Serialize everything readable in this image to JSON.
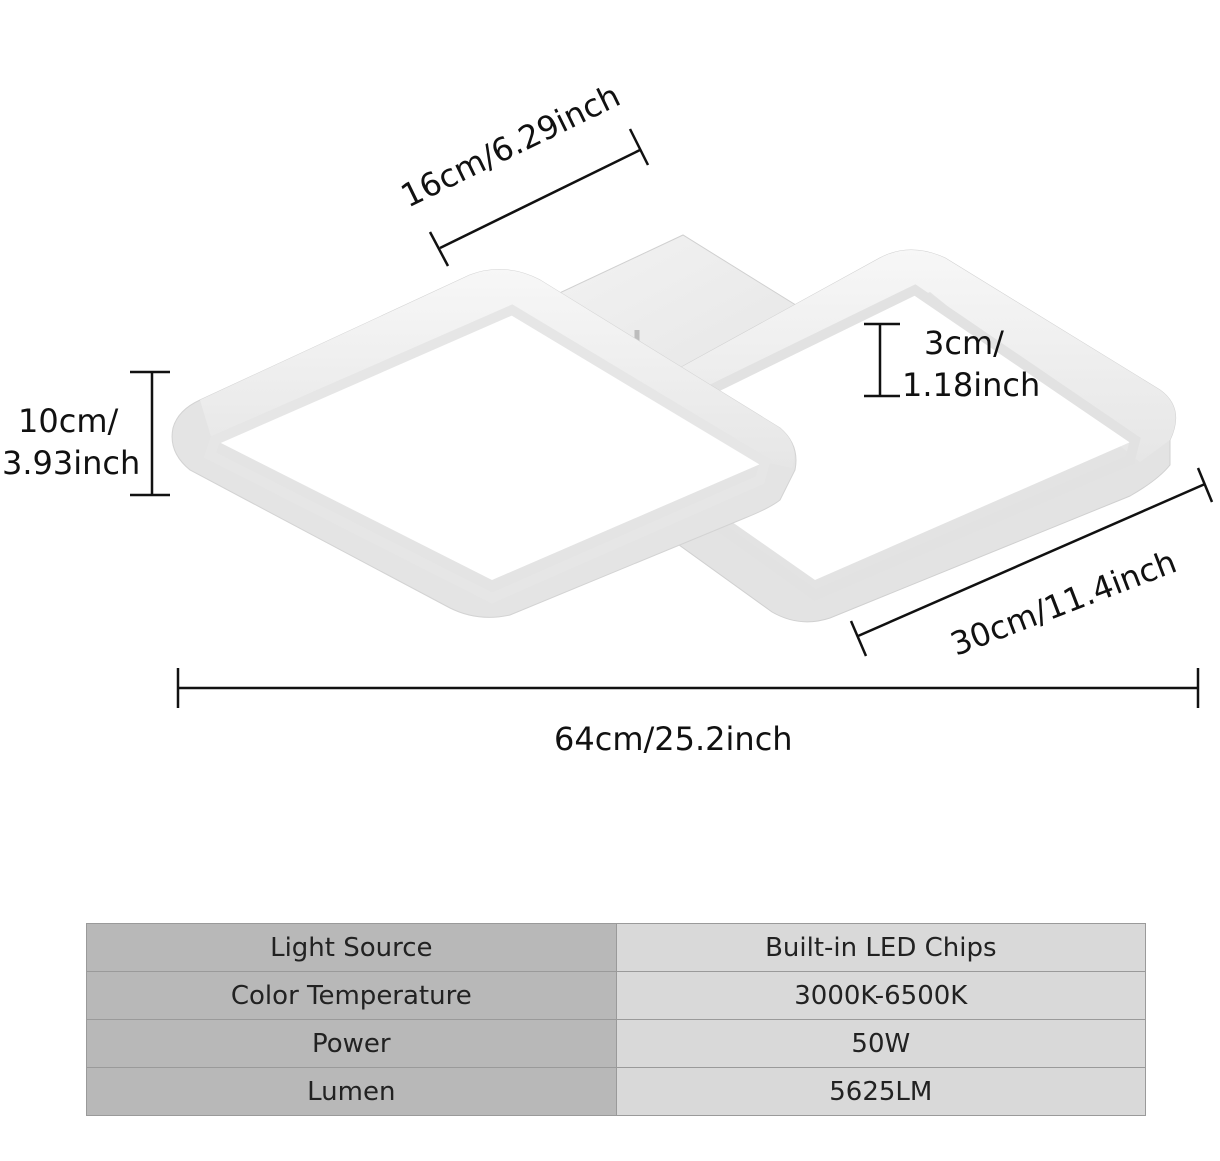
{
  "dimensions": {
    "depth": "16cm/6.29inch",
    "height_line1": "10cm/",
    "height_line2": "3.93inch",
    "base_height_line1": "3cm/",
    "base_height_line2": "1.18inch",
    "ring_width": "30cm/11.4inch",
    "total_length": "64cm/25.2inch"
  },
  "specs": [
    {
      "label": "Light Source",
      "value": "Built-in LED Chips"
    },
    {
      "label": "Color Temperature",
      "value": "3000K-6500K"
    },
    {
      "label": "Power",
      "value": "50W"
    },
    {
      "label": "Lumen",
      "value": "5625LM"
    }
  ]
}
